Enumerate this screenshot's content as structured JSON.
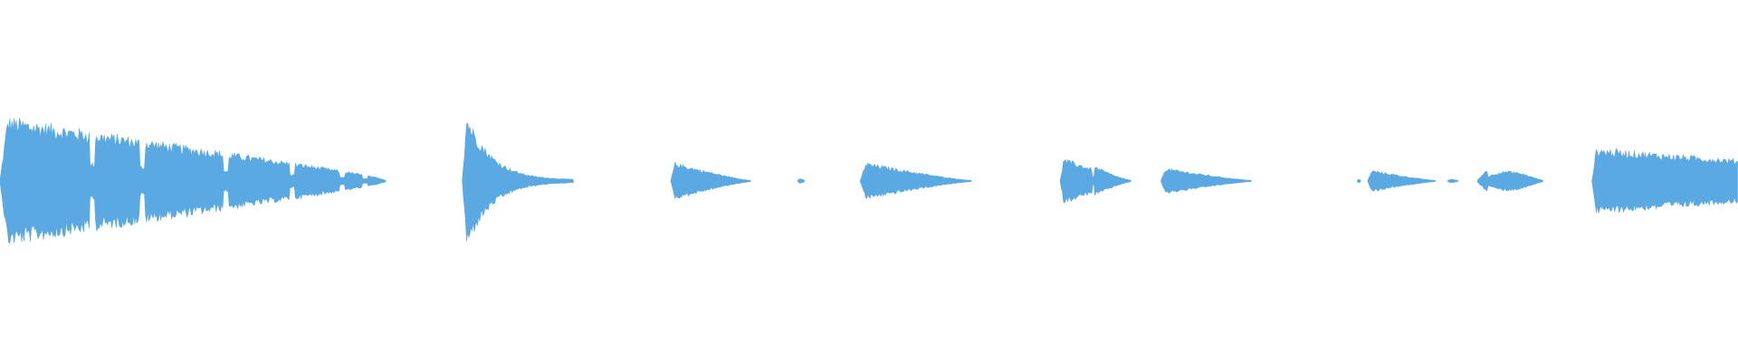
{
  "waveform": {
    "color": "#5aa9e3",
    "background": "#ffffff",
    "clips": [
      {
        "start": 0.0,
        "end": 0.222,
        "peak": 0.92,
        "attack": 0.02,
        "shape": "long-decay",
        "dips": [
          0.053,
          0.082,
          0.13,
          0.168,
          0.197,
          0.21
        ]
      },
      {
        "start": 0.266,
        "end": 0.33,
        "peak": 0.95,
        "attack": 0.04,
        "shape": "spike-decay",
        "dips": []
      },
      {
        "start": 0.386,
        "end": 0.432,
        "peak": 0.26,
        "attack": 0.05,
        "shape": "decay",
        "dips": []
      },
      {
        "start": 0.459,
        "end": 0.463,
        "peak": 0.03,
        "attack": 0.3,
        "shape": "blip",
        "dips": []
      },
      {
        "start": 0.495,
        "end": 0.559,
        "peak": 0.26,
        "attack": 0.05,
        "shape": "decay",
        "dips": []
      },
      {
        "start": 0.61,
        "end": 0.651,
        "peak": 0.32,
        "attack": 0.05,
        "shape": "double",
        "dips": [
          0.63
        ]
      },
      {
        "start": 0.668,
        "end": 0.72,
        "peak": 0.18,
        "attack": 0.05,
        "shape": "decay",
        "dips": []
      },
      {
        "start": 0.781,
        "end": 0.783,
        "peak": 0.02,
        "attack": 0.3,
        "shape": "blip",
        "dips": []
      },
      {
        "start": 0.787,
        "end": 0.826,
        "peak": 0.15,
        "attack": 0.06,
        "shape": "decay",
        "dips": []
      },
      {
        "start": 0.833,
        "end": 0.839,
        "peak": 0.02,
        "attack": 0.3,
        "shape": "blip",
        "dips": []
      },
      {
        "start": 0.85,
        "end": 0.888,
        "peak": 0.17,
        "attack": 0.15,
        "shape": "hump",
        "dips": []
      },
      {
        "start": 0.916,
        "end": 1.0,
        "peak": 0.47,
        "attack": 0.03,
        "shape": "plateau-decay",
        "dips": []
      }
    ]
  }
}
